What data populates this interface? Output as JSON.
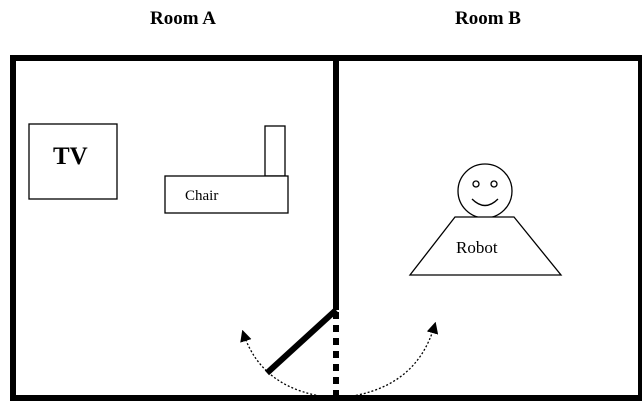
{
  "rooms": {
    "room_a": {
      "label": "Room A"
    },
    "room_b": {
      "label": "Room B"
    }
  },
  "objects": {
    "tv": {
      "label": "TV"
    },
    "chair": {
      "label": "Chair"
    },
    "robot": {
      "label": "Robot"
    }
  },
  "door": {
    "state": "open",
    "swing_arrows": "bidirectional"
  },
  "colors": {
    "walls": "#000000",
    "background": "#ffffff"
  }
}
